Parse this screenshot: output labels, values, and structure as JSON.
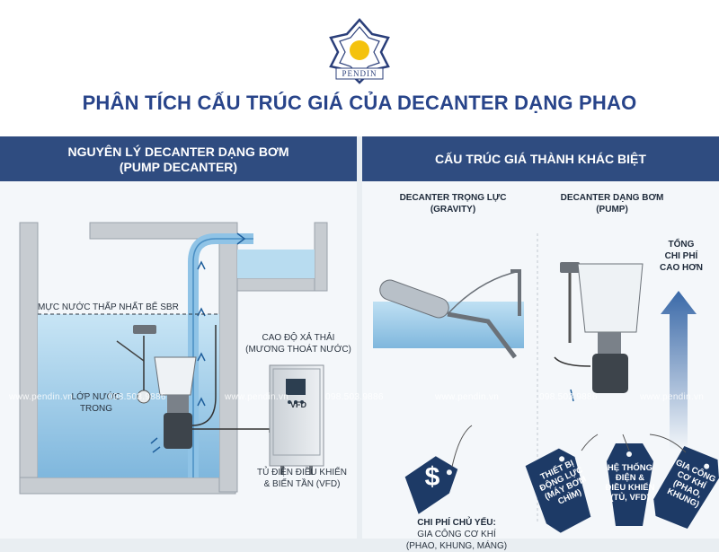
{
  "header": {
    "logo_text": "PENDIN",
    "title": "PHÂN TÍCH CẤU TRÚC GIÁ CỦA DECANTER DẠNG PHAO"
  },
  "left_panel": {
    "title_line1": "NGUYÊN LÝ DECANTER DẠNG BƠM",
    "title_line2": "(PUMP DECANTER)",
    "discharge_label_1": "CAO ĐỘ XẢ THẢI",
    "discharge_label_2": "(MƯƠNG THOÁT NƯỚC)",
    "water_level_label": "MỰC NƯỚC THẤP NHẤT BỂ SBR",
    "clear_layer_1": "LỚP NƯỚC",
    "clear_layer_2": "TRONG",
    "vfd_label": "VFD",
    "cabinet_1": "TỦ ĐIỆN ĐIỀU KHIỂN",
    "cabinet_2": "& BIẾN TẦN (VFD)"
  },
  "right_panel": {
    "title": "CẤU TRÚC GIÁ THÀNH KHÁC BIỆT",
    "gravity_1": "DECANTER TRỌNG LỰC",
    "gravity_2": "(GRAVITY)",
    "pump_1": "DECANTER DẠNG BƠM",
    "pump_2": "(PUMP)",
    "total_1": "TỔNG",
    "total_2": "CHI PHÍ",
    "total_3": "CAO HƠN",
    "dollar_symbol": "$",
    "main_cost_1": "CHI PHÍ CHỦ YẾU:",
    "main_cost_2": "GIA CÔNG CƠ KHÍ",
    "main_cost_3": "(PHAO, KHUNG, MÁNG)",
    "tag1": [
      "THIẾT BỊ",
      "ĐỘNG LỰC",
      "(MÁY BƠM",
      "CHÌM)"
    ],
    "tag2": [
      "HỆ THỐNG",
      "ĐIỆN &",
      "ĐIỀU KHIỂN",
      "(TỦ, VFD)"
    ],
    "tag3": [
      "GIA CÔNG",
      "CƠ KHÍ",
      "(PHAO,",
      "KHUNG)"
    ]
  },
  "watermarks": [
    "www.pendin.vn",
    "098.503.9886",
    "www.pendin.vn",
    "098.503.9886",
    "www.pendin.vn",
    "098.503.9886",
    "www.pendin.vn"
  ],
  "colors": {
    "navy": "#2f4c80",
    "title_blue": "#28448a",
    "water": "#a9d4ec",
    "tag": "#1d3a66"
  }
}
